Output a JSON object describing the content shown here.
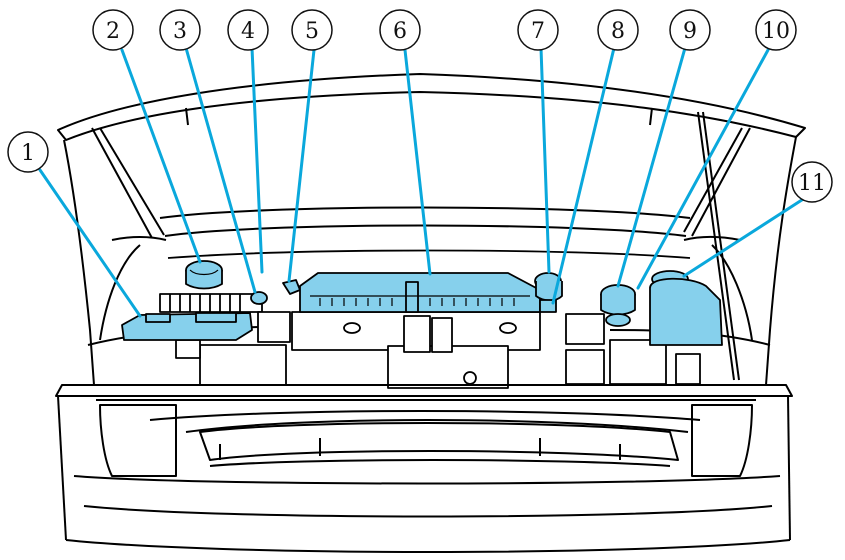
{
  "colors": {
    "line": "#000000",
    "highlight": "#86d0ec",
    "leader": "#0aa8dc",
    "background": "#ffffff"
  },
  "callouts": [
    {
      "number": "1"
    },
    {
      "number": "2"
    },
    {
      "number": "3"
    },
    {
      "number": "4"
    },
    {
      "number": "5"
    },
    {
      "number": "6"
    },
    {
      "number": "7"
    },
    {
      "number": "8"
    },
    {
      "number": "9"
    },
    {
      "number": "10"
    },
    {
      "number": "11"
    }
  ]
}
